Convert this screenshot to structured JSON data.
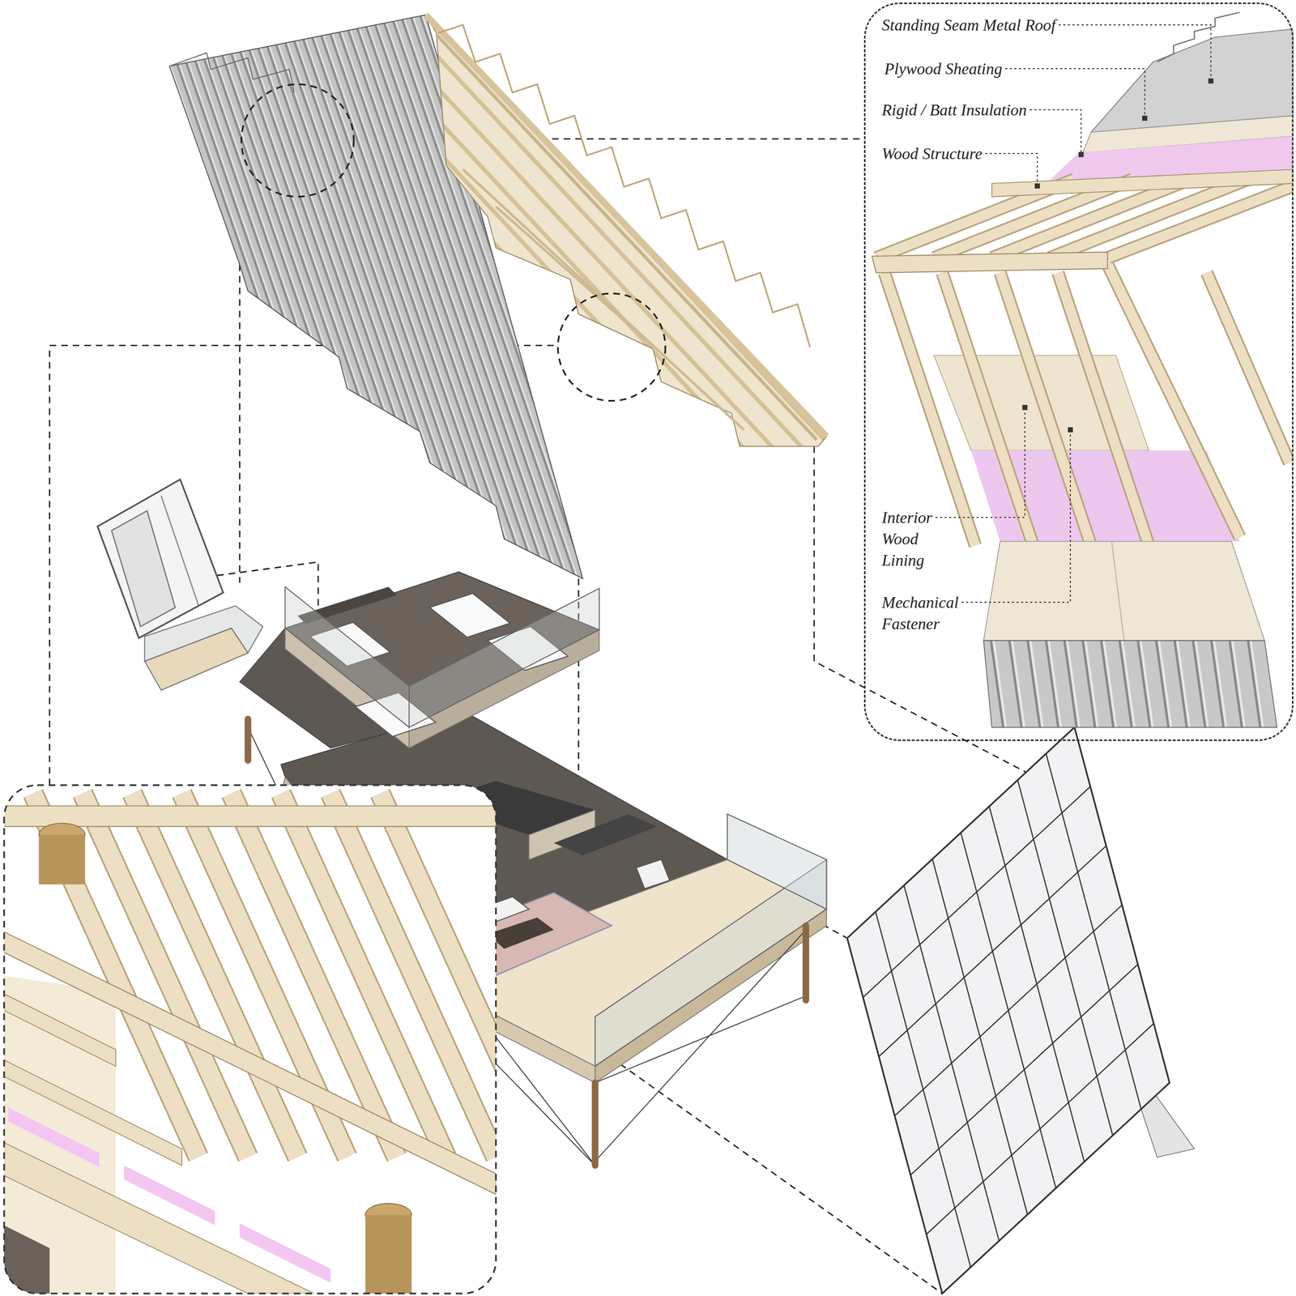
{
  "diagram": {
    "nodes": [
      {
        "text": [
          "Standing Seam Metal Roof",
          "Plywood Sheating",
          "Rigid / Batt Insulation",
          "Wood Structure",
          "Interior Wood Lining",
          "Mechanical Fastener"
        ]
      }
    ]
  }
}
